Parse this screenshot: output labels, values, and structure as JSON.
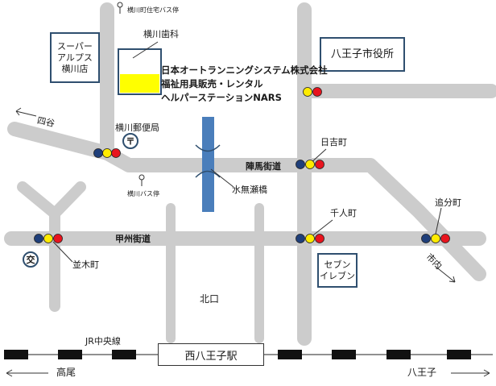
{
  "labels": {
    "bus_stop_top": "横川町住宅バス停",
    "dental": "横川歯科",
    "post_office": "横川郵便局",
    "bus_stop_mid": "横川バス停",
    "river": "水無瀬橋",
    "road_jinba": "陣馬街道",
    "road_koshu": "甲州街道",
    "road_yotsuya": "四谷",
    "hiyoshi": "日吉町",
    "senbu": "千人町",
    "oiwake": "追分町",
    "namiki": "並木町",
    "shinai": "市内",
    "kitaguchi": "北口",
    "jr_line": "JR中央線",
    "takao": "高尾",
    "hachioji_dir": "八王子"
  },
  "boxes": {
    "supermarket": [
      "スーパー",
      "アルプス",
      "横川店"
    ],
    "city_hall": "八王子市役所",
    "seven": [
      "セブン",
      "イレブン"
    ],
    "station": "西八王子駅"
  },
  "company": {
    "line1": "日本オートランニングシステム株式会社",
    "line2": "福祉用具販売・レンタル",
    "line3": "ヘルパーステーションNARS"
  },
  "symbols": {
    "post_mark": "〒",
    "police_mark": "交"
  },
  "colors": {
    "road": "#cccccc",
    "river": "#4a7ebb",
    "signal_blue": "#1f3f7a",
    "signal_yellow": "#ffeb00",
    "signal_red": "#e8141e",
    "highlight_yellow": "#ffff00",
    "box_border": "#2f4f6f"
  }
}
